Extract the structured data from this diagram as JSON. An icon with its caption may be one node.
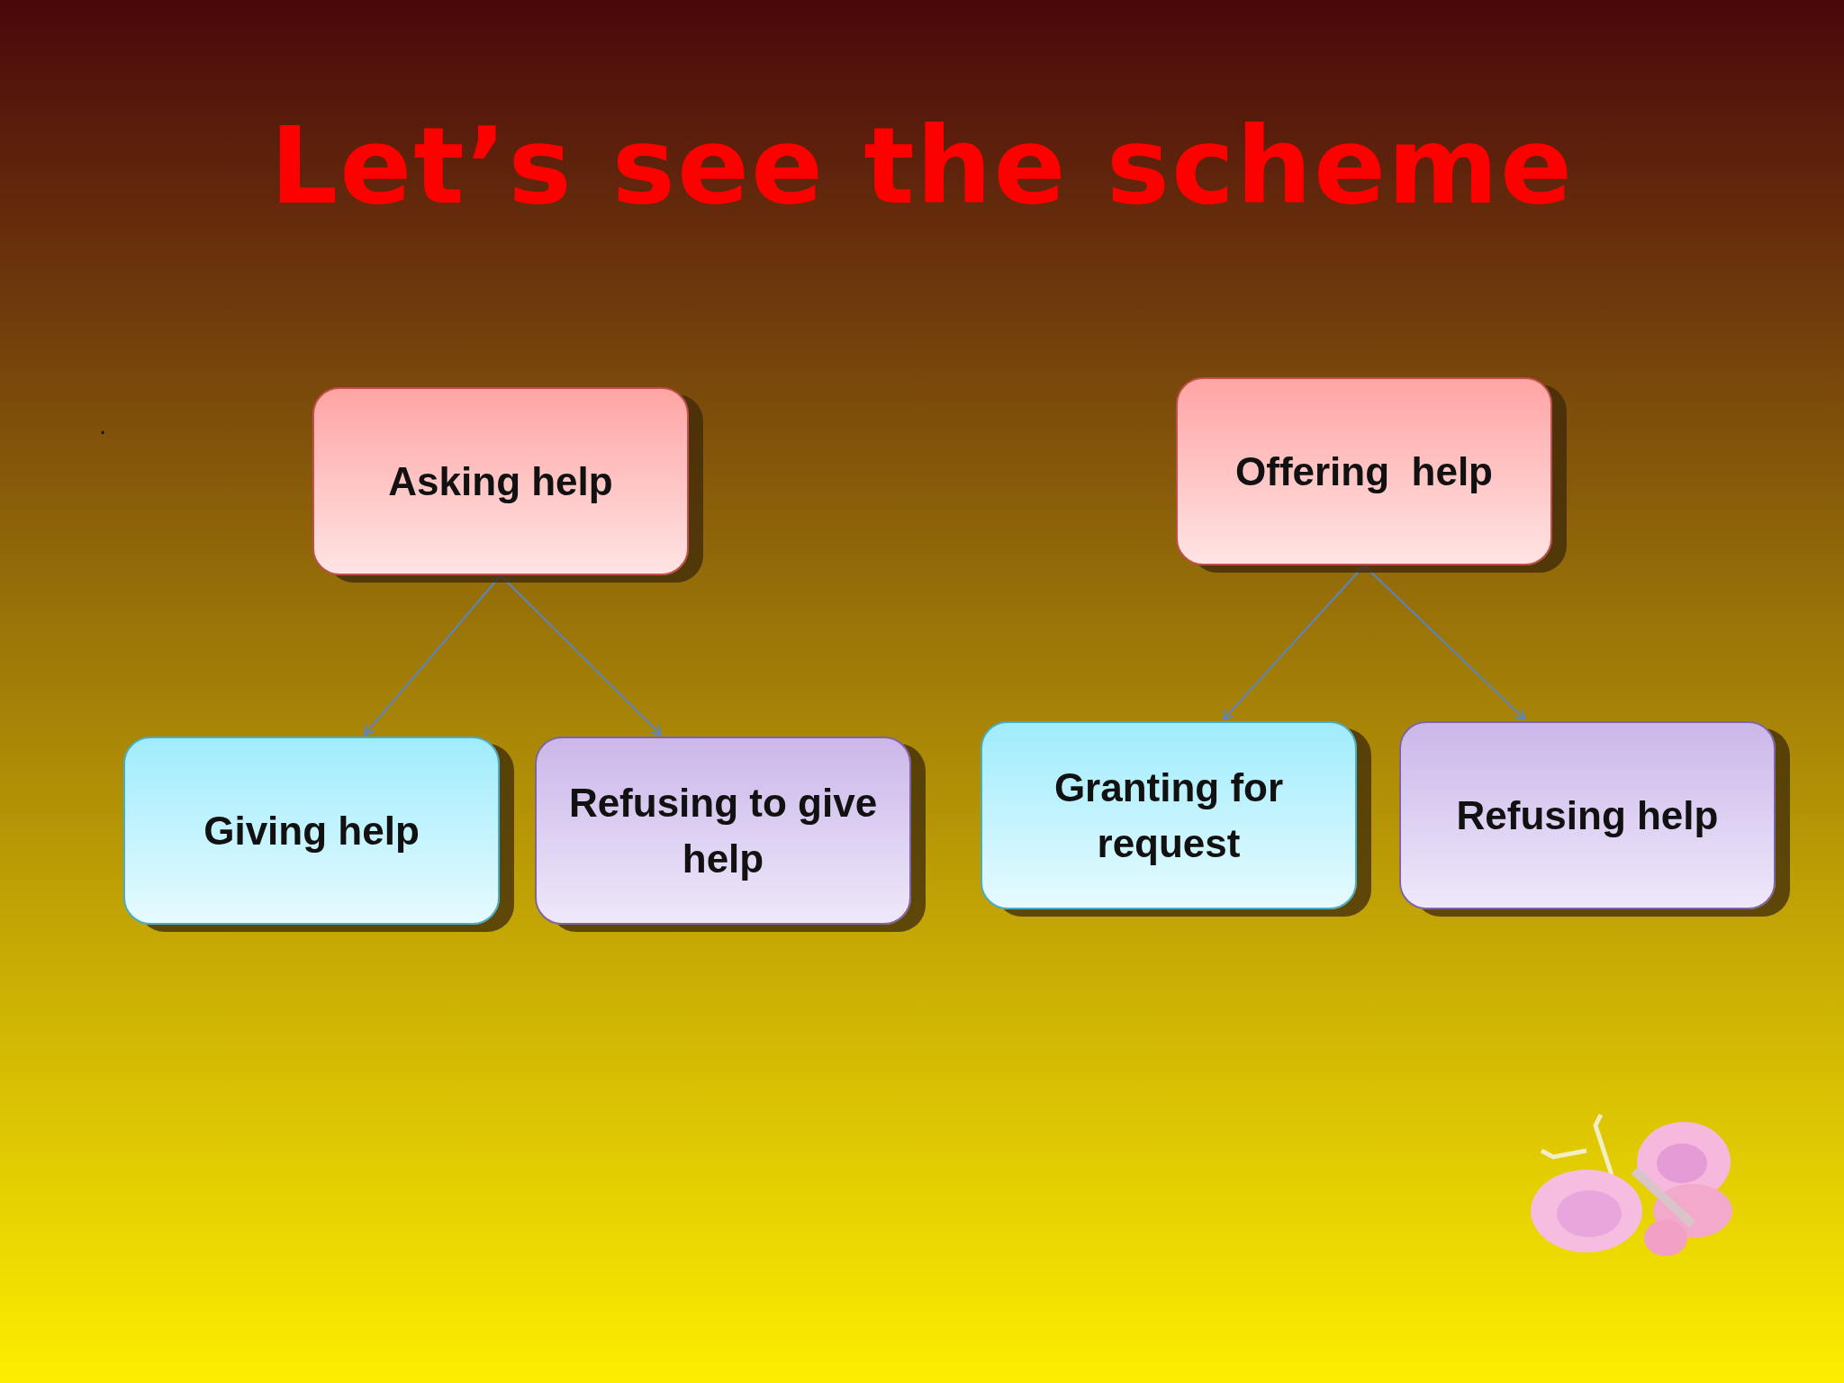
{
  "diagram": {
    "title": "Let’s see the scheme",
    "nodes": [
      {
        "text": [
          "Asking help"
        ]
      },
      {
        "text": [
          "Offering  help"
        ]
      },
      {
        "text": [
          "Giving help"
        ]
      },
      {
        "text": [
          "Refusing to give help"
        ]
      },
      {
        "text": [
          "Granting for request"
        ]
      },
      {
        "text": [
          "Refusing help"
        ]
      }
    ],
    "edges": [
      {
        "from": 0,
        "to": 2,
        "arrow": "to"
      },
      {
        "from": 0,
        "to": 3,
        "arrow": "to"
      },
      {
        "from": 1,
        "to": 4,
        "arrow": "to"
      },
      {
        "from": 1,
        "to": 5,
        "arrow": "to"
      }
    ],
    "labels": [
      "."
    ]
  }
}
